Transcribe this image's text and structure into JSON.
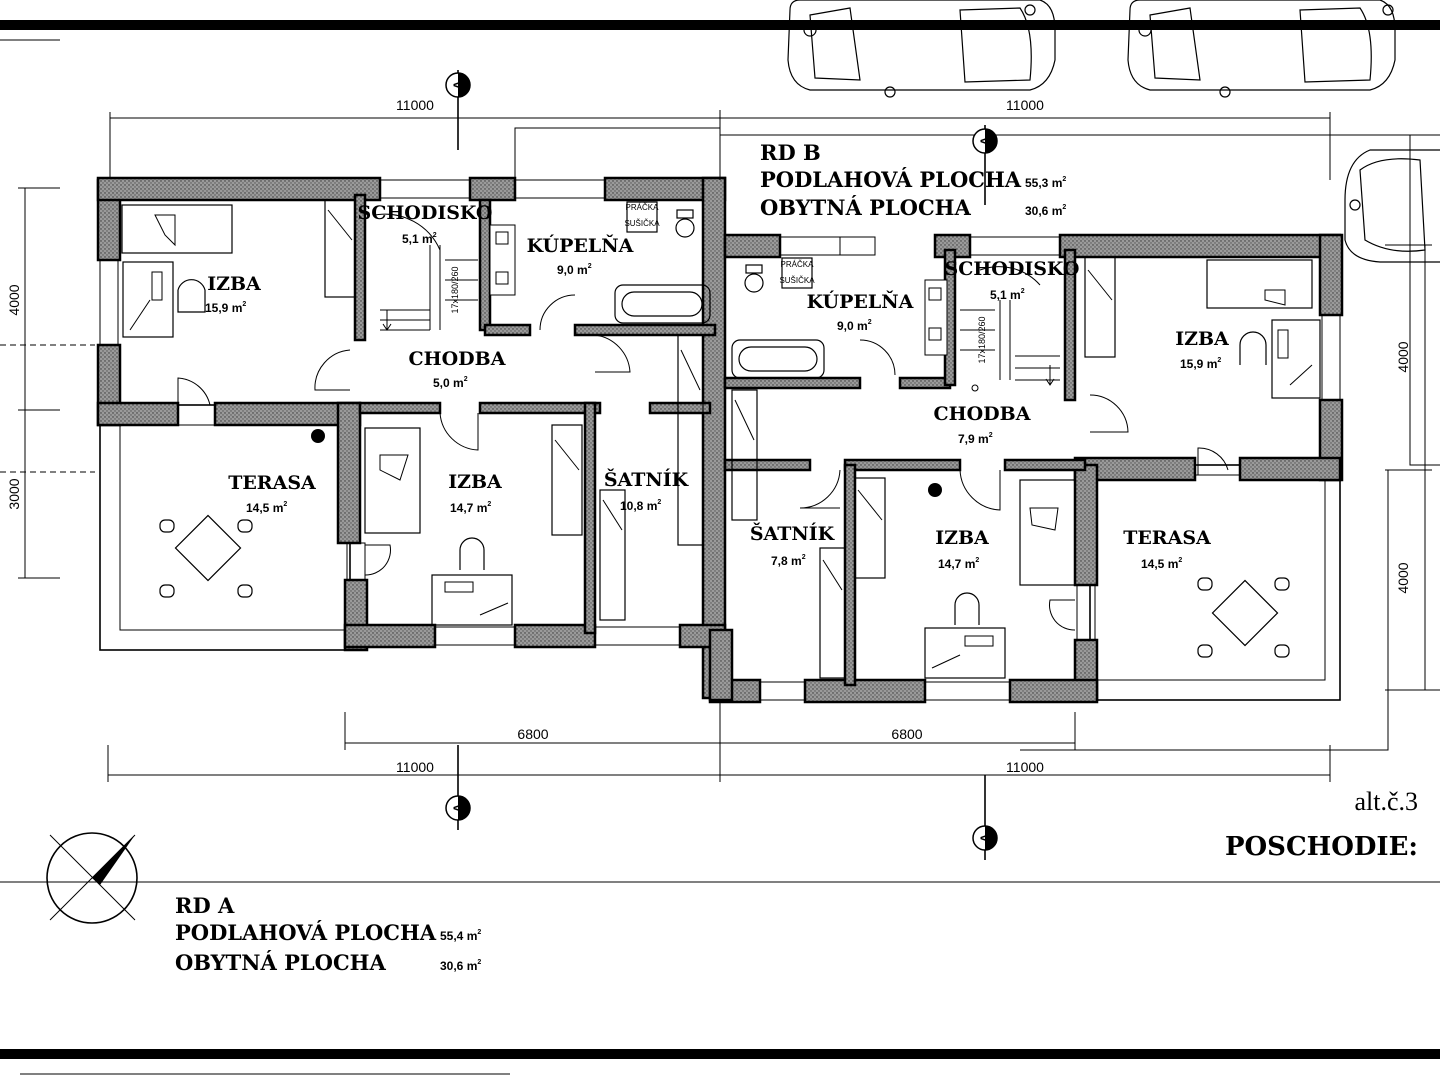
{
  "sheet": {
    "alt_label": "alt.č.3",
    "floor_label": "POSCHODIE:"
  },
  "house_a": {
    "title": "RD  A",
    "floor_area_label": "PODLAHOVÁ  PLOCHA",
    "floor_area_value": "55,4  m",
    "living_area_label": "OBYTNÁ  PLOCHA",
    "living_area_value": "30,6  m"
  },
  "house_b": {
    "title": "RD  B",
    "floor_area_label": "PODLAHOVÁ  PLOCHA",
    "floor_area_value": "55,3  m",
    "living_area_label": "OBYTNÁ  PLOCHA",
    "living_area_value": "30,6  m"
  },
  "rooms_a": [
    {
      "name": "IZBA",
      "area": "15,9  m"
    },
    {
      "name": "SCHODISKO",
      "area": "5,1  m"
    },
    {
      "name": "KÚPELŇA",
      "area": "9,0  m"
    },
    {
      "name": "CHODBA",
      "area": "5,0  m"
    },
    {
      "name": "TERASA",
      "area": "14,5  m"
    },
    {
      "name": "IZBA",
      "area": "14,7  m"
    },
    {
      "name": "ŠATNÍK",
      "area": "10,8  m"
    }
  ],
  "rooms_b": [
    {
      "name": "KÚPELŇA",
      "area": "9,0  m"
    },
    {
      "name": "SCHODISKO",
      "area": "5,1  m"
    },
    {
      "name": "IZBA",
      "area": "15,9  m"
    },
    {
      "name": "CHODBA",
      "area": "7,9  m"
    },
    {
      "name": "ŠATNÍK",
      "area": "7,8  m"
    },
    {
      "name": "IZBA",
      "area": "14,7  m"
    },
    {
      "name": "TERASA",
      "area": "14,5  m"
    }
  ],
  "superscript": "2",
  "dimensions": {
    "top_a": "11000",
    "top_b": "11000",
    "bottom_a_total": "11000",
    "bottom_b_total": "11000",
    "bottom_a_inner": "6800",
    "bottom_b_inner": "6800",
    "left_upper": "4000",
    "left_lower": "3000",
    "right_upper": "4000",
    "right_lower": "4000"
  },
  "section_marker": "A",
  "stair_label": "17x180/260",
  "appliance_label_1": "PRÁČKA",
  "appliance_label_2": "SUŠIČKA"
}
